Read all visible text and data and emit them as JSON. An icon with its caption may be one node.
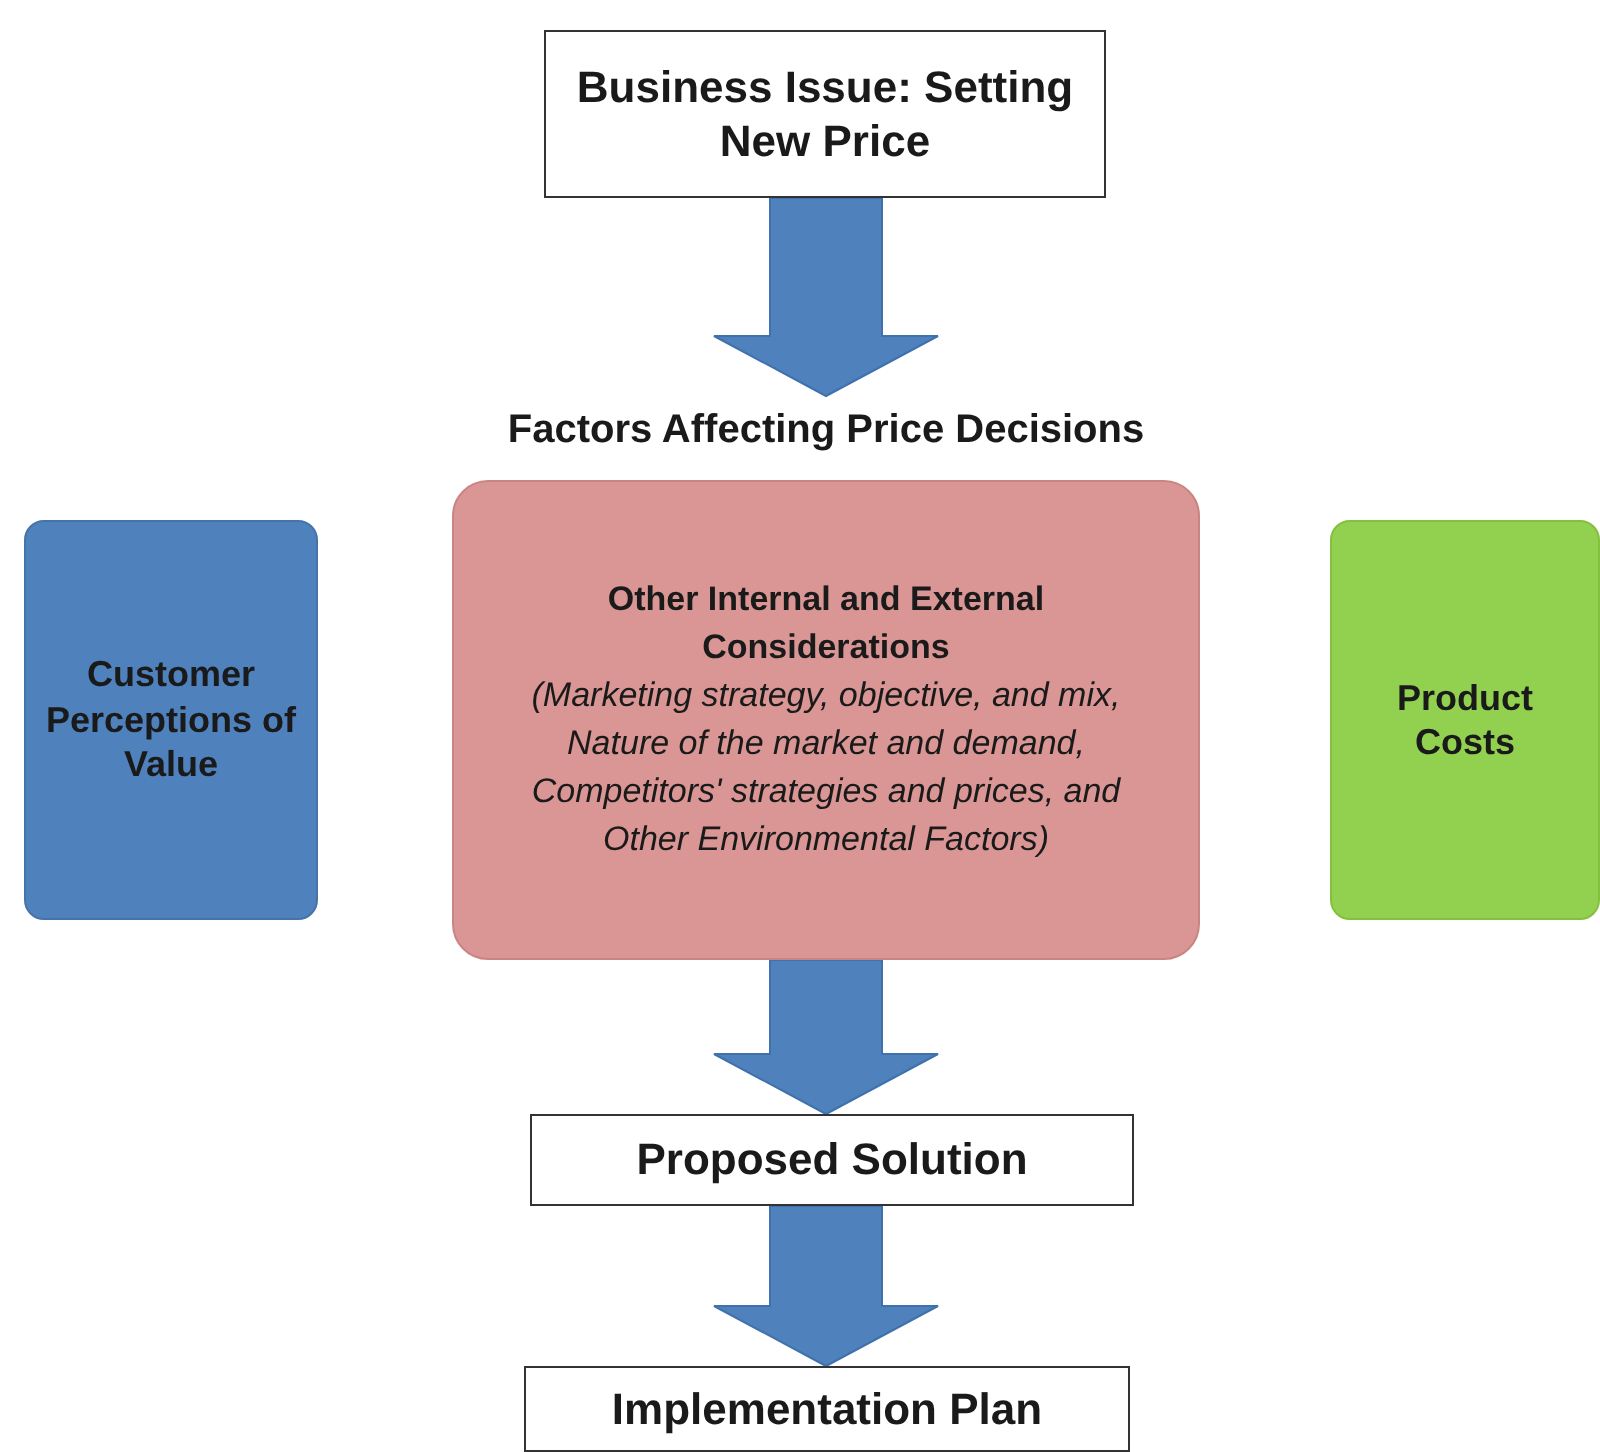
{
  "diagram": {
    "nodes": [
      {
        "text": [
          "Business Issue: Setting New Price"
        ]
      },
      {
        "text": [
          "Factors Affecting Price Decisions",
          "Other Internal and External Considerations",
          "(Marketing strategy, objective, and mix, Nature of the market and demand, Competitors' strategies and prices, and Other Environmental Factors)"
        ]
      },
      {
        "text": [
          "Customer Perceptions of Value"
        ]
      },
      {
        "text": [
          "Product Costs"
        ]
      },
      {
        "text": [
          "Proposed Solution"
        ]
      },
      {
        "text": [
          "Implementation Plan"
        ]
      }
    ],
    "edges": [
      {
        "from": 0,
        "to": 1,
        "arrow": "to"
      },
      {
        "from": 1,
        "to": 4,
        "arrow": "to"
      },
      {
        "from": 4,
        "to": 5,
        "arrow": "to"
      }
    ]
  }
}
